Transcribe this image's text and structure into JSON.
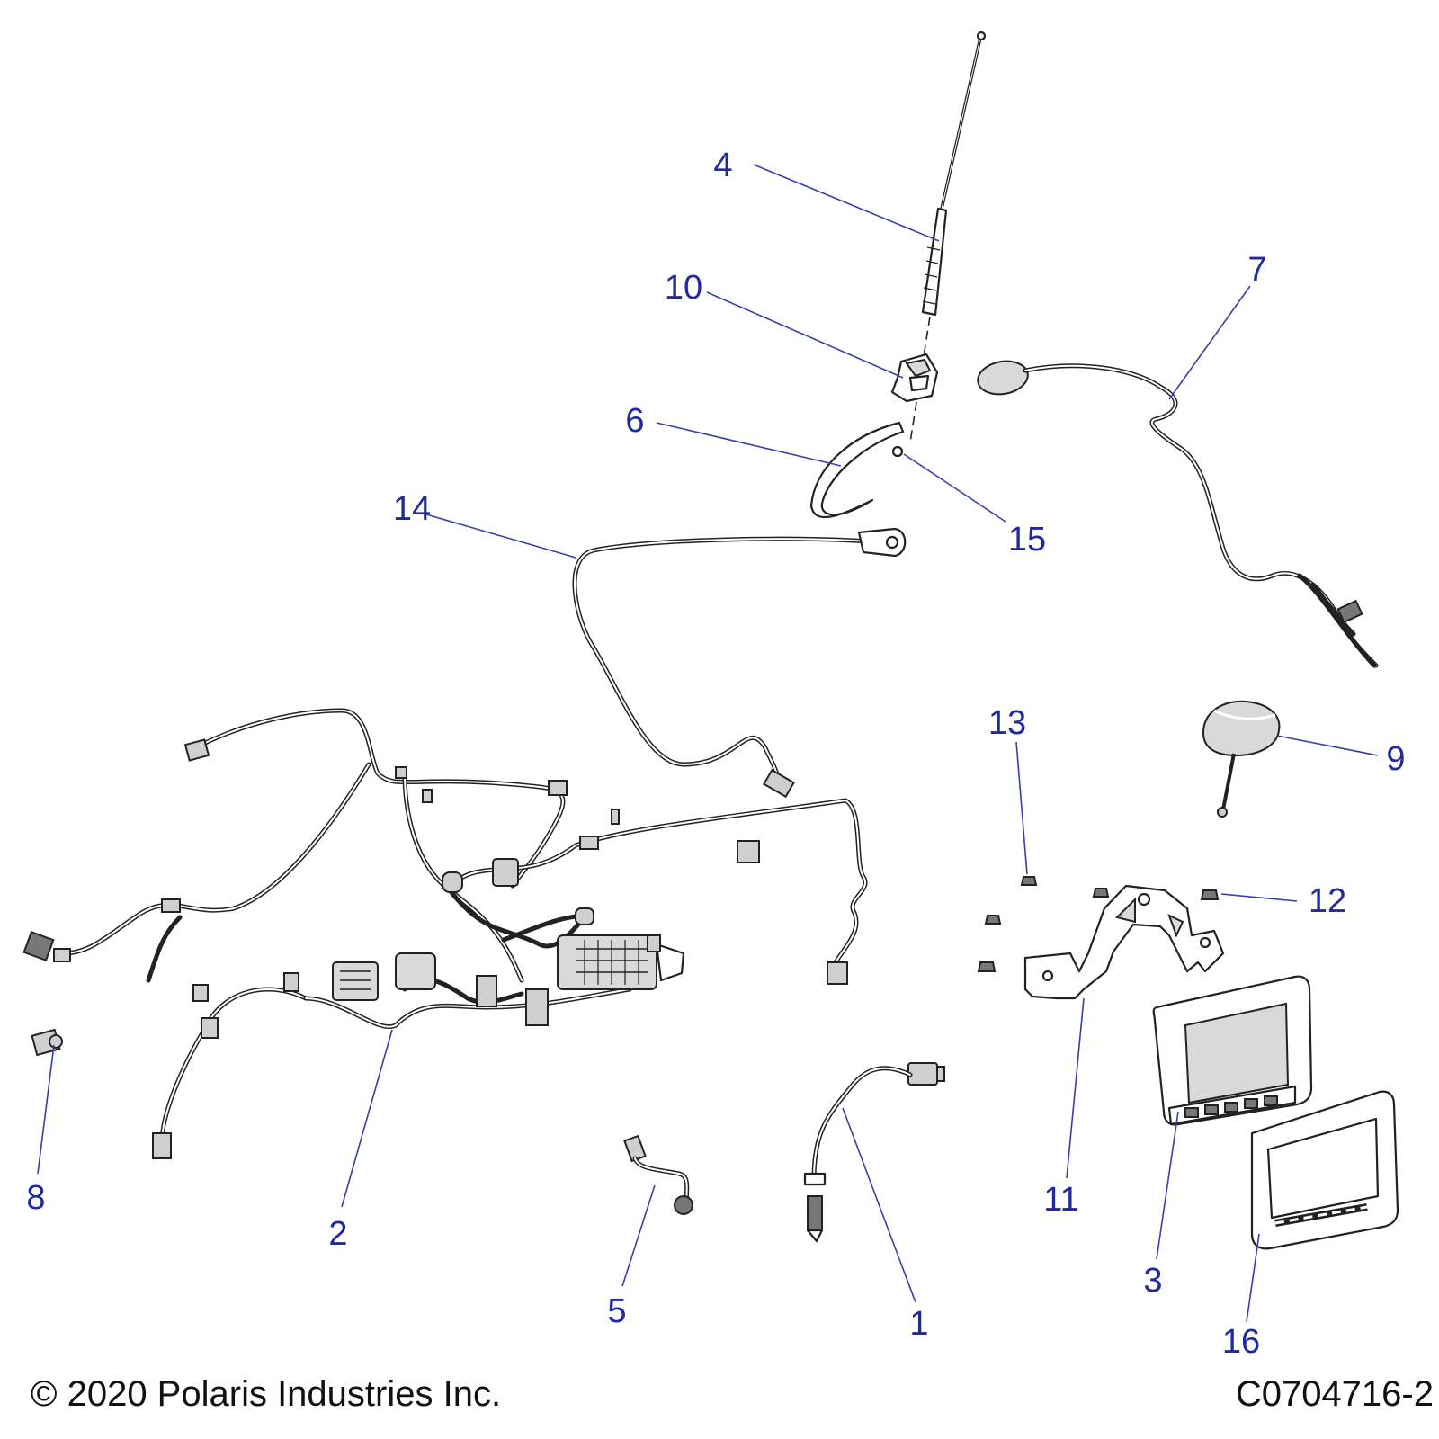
{
  "copyright": "© 2020 Polaris Industries Inc.",
  "drawing_number": "C0704716-2",
  "callouts": {
    "c1": "1",
    "c2": "2",
    "c3": "3",
    "c4": "4",
    "c5": "5",
    "c6": "6",
    "c7": "7",
    "c8": "8",
    "c9": "9",
    "c10": "10",
    "c11": "11",
    "c12": "12",
    "c13": "13",
    "c14": "14",
    "c15": "15",
    "c16": "16"
  },
  "colors": {
    "callout": "#1f2aa0",
    "line": "#222222"
  }
}
